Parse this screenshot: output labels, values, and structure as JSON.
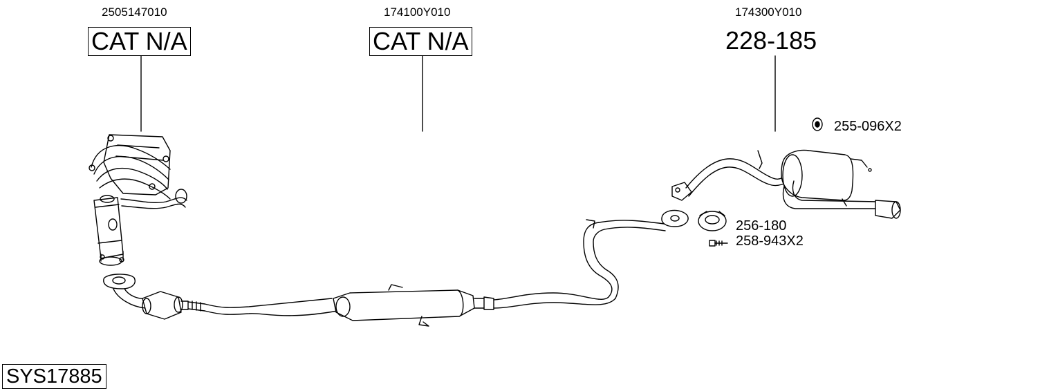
{
  "parts": [
    {
      "oem": "2505147010",
      "label": "CAT N/A"
    },
    {
      "oem": "174100Y010",
      "label": "CAT N/A"
    },
    {
      "oem": "174300Y010",
      "label": "228-185"
    }
  ],
  "callouts": {
    "gasket_ring": "255-096X2",
    "seal": "256-180",
    "bolt": "258-943X2"
  },
  "system_id": "SYS17885"
}
